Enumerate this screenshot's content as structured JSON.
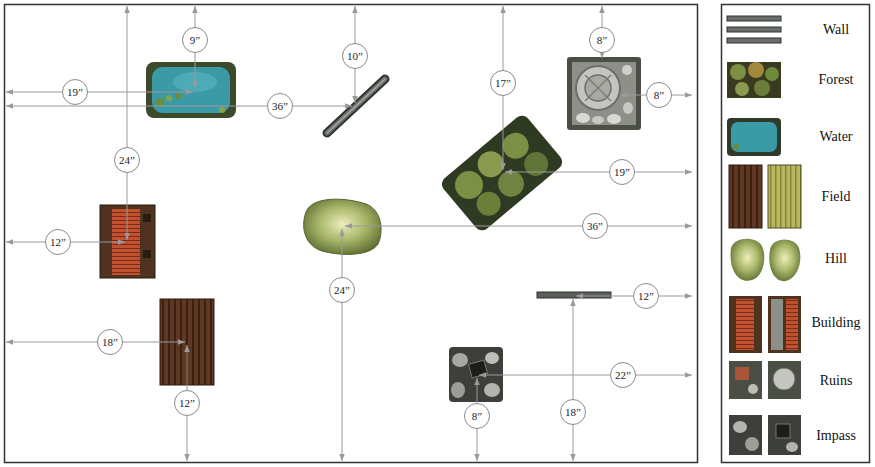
{
  "diagram": {
    "labels": [
      "9”",
      "8”",
      "10”",
      "17”",
      "19”",
      "8”",
      "36”",
      "24”",
      "19”",
      "36”",
      "12”",
      "24”",
      "12”",
      "18”",
      "22”",
      "12”",
      "18”",
      "8”"
    ],
    "legend": [
      {
        "text": "Wall"
      },
      {
        "text": "Forest"
      },
      {
        "text": "Water"
      },
      {
        "text": "Field"
      },
      {
        "text": "Hill"
      },
      {
        "text": "Building"
      },
      {
        "text": "Ruins"
      },
      {
        "text": "Impass"
      }
    ]
  }
}
